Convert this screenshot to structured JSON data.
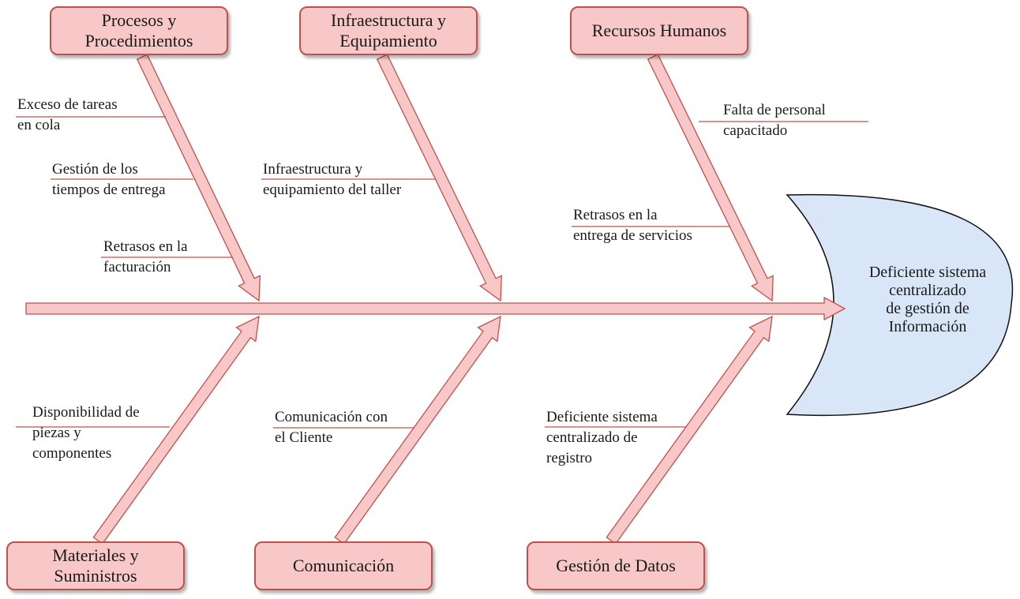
{
  "colors": {
    "arrow_fill": "#f8c8c8",
    "arrow_stroke": "#c0504d",
    "box_fill": "#f8c8c8",
    "box_border": "#c0504d",
    "underline": "#c0504d",
    "effect_fill": "#d9e6f7",
    "effect_stroke": "#111111"
  },
  "effect": {
    "text": "Deficiente sistema\ncentralizado\nde gestión de\nInformación"
  },
  "categories": {
    "procesos": "Procesos y\nProcedimientos",
    "infraestructura": "Infraestructura y\nEquipamiento",
    "recursos": "Recursos Humanos",
    "materiales": "Materiales y\nSuministros",
    "comunicacion": "Comunicación",
    "gestion": "Gestión de Datos"
  },
  "causes": {
    "exceso": "Exceso de tareas\nen cola",
    "tiempos": "Gestión de los\ntiempos de entrega",
    "facturacion": "Retrasos en la\nfacturación",
    "infra_taller": "Infraestructura y\nequipamiento del taller",
    "personal": "Falta de personal\ncapacitado",
    "retrasos_servicios": "Retrasos en la\nentrega de servicios",
    "piezas": "Disponibilidad de\npiezas y\ncomponentes",
    "cliente": "Comunicación con\nel Cliente",
    "registro": "Deficiente sistema\ncentralizado de\nregistro"
  }
}
